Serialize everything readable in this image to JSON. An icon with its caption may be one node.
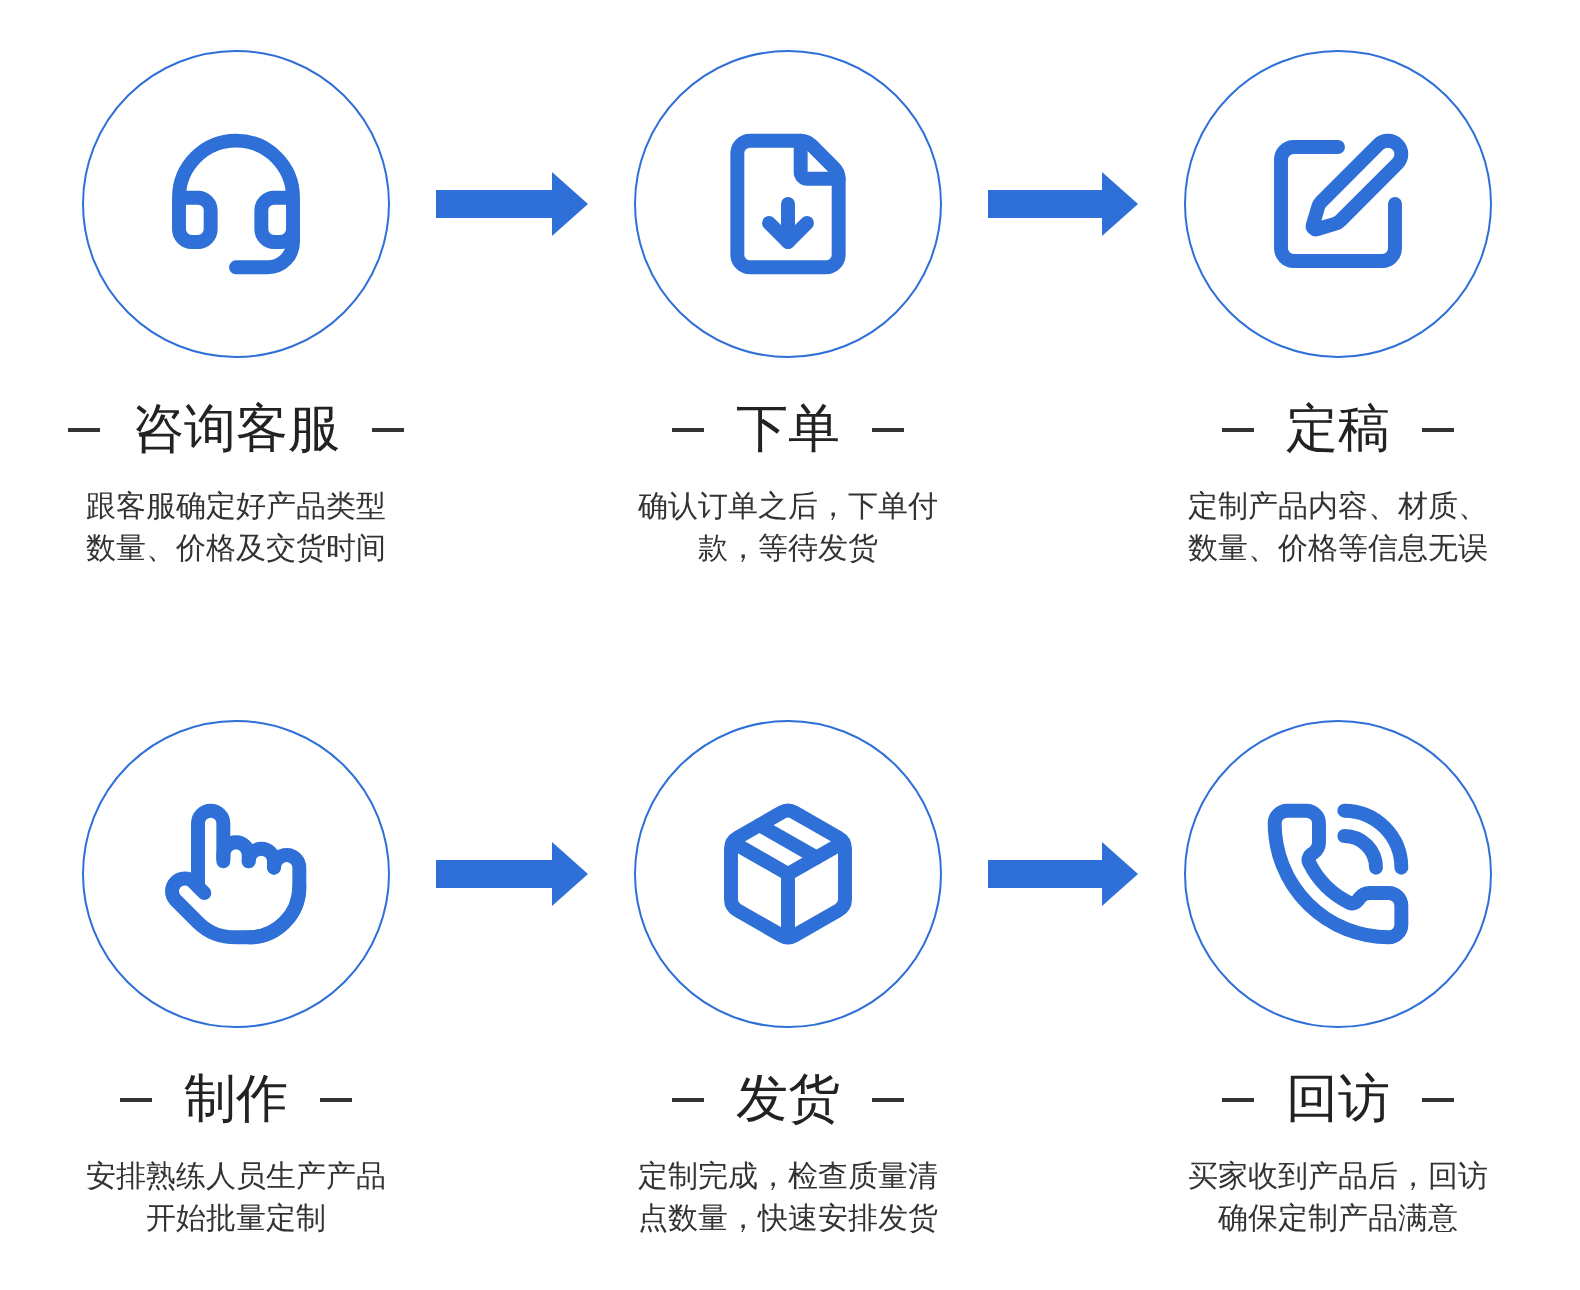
{
  "diagram": {
    "nodes": [
      {
        "text": [
          "咨询客服",
          "跟客服确定好产品类型数量、价格及交货时间"
        ]
      },
      {
        "text": [
          "下单",
          "确认订单之后，下单付款，等待发货"
        ]
      },
      {
        "text": [
          "定稿",
          "定制产品内容、材质、数量、价格等信息无误"
        ]
      },
      {
        "text": [
          "制作",
          "安排熟练人员生产产品开始批量定制"
        ]
      },
      {
        "text": [
          "发货",
          "定制完成，检查质量清点数量，快速安排发货"
        ]
      },
      {
        "text": [
          "回访",
          "买家收到产品后，回访确保定制产品满意"
        ]
      }
    ],
    "edges": [
      {
        "from": 0,
        "to": 1,
        "arrow": "to"
      },
      {
        "from": 1,
        "to": 2,
        "arrow": "to"
      },
      {
        "from": 3,
        "to": 4,
        "arrow": "to"
      },
      {
        "from": 4,
        "to": 5,
        "arrow": "to"
      }
    ]
  }
}
